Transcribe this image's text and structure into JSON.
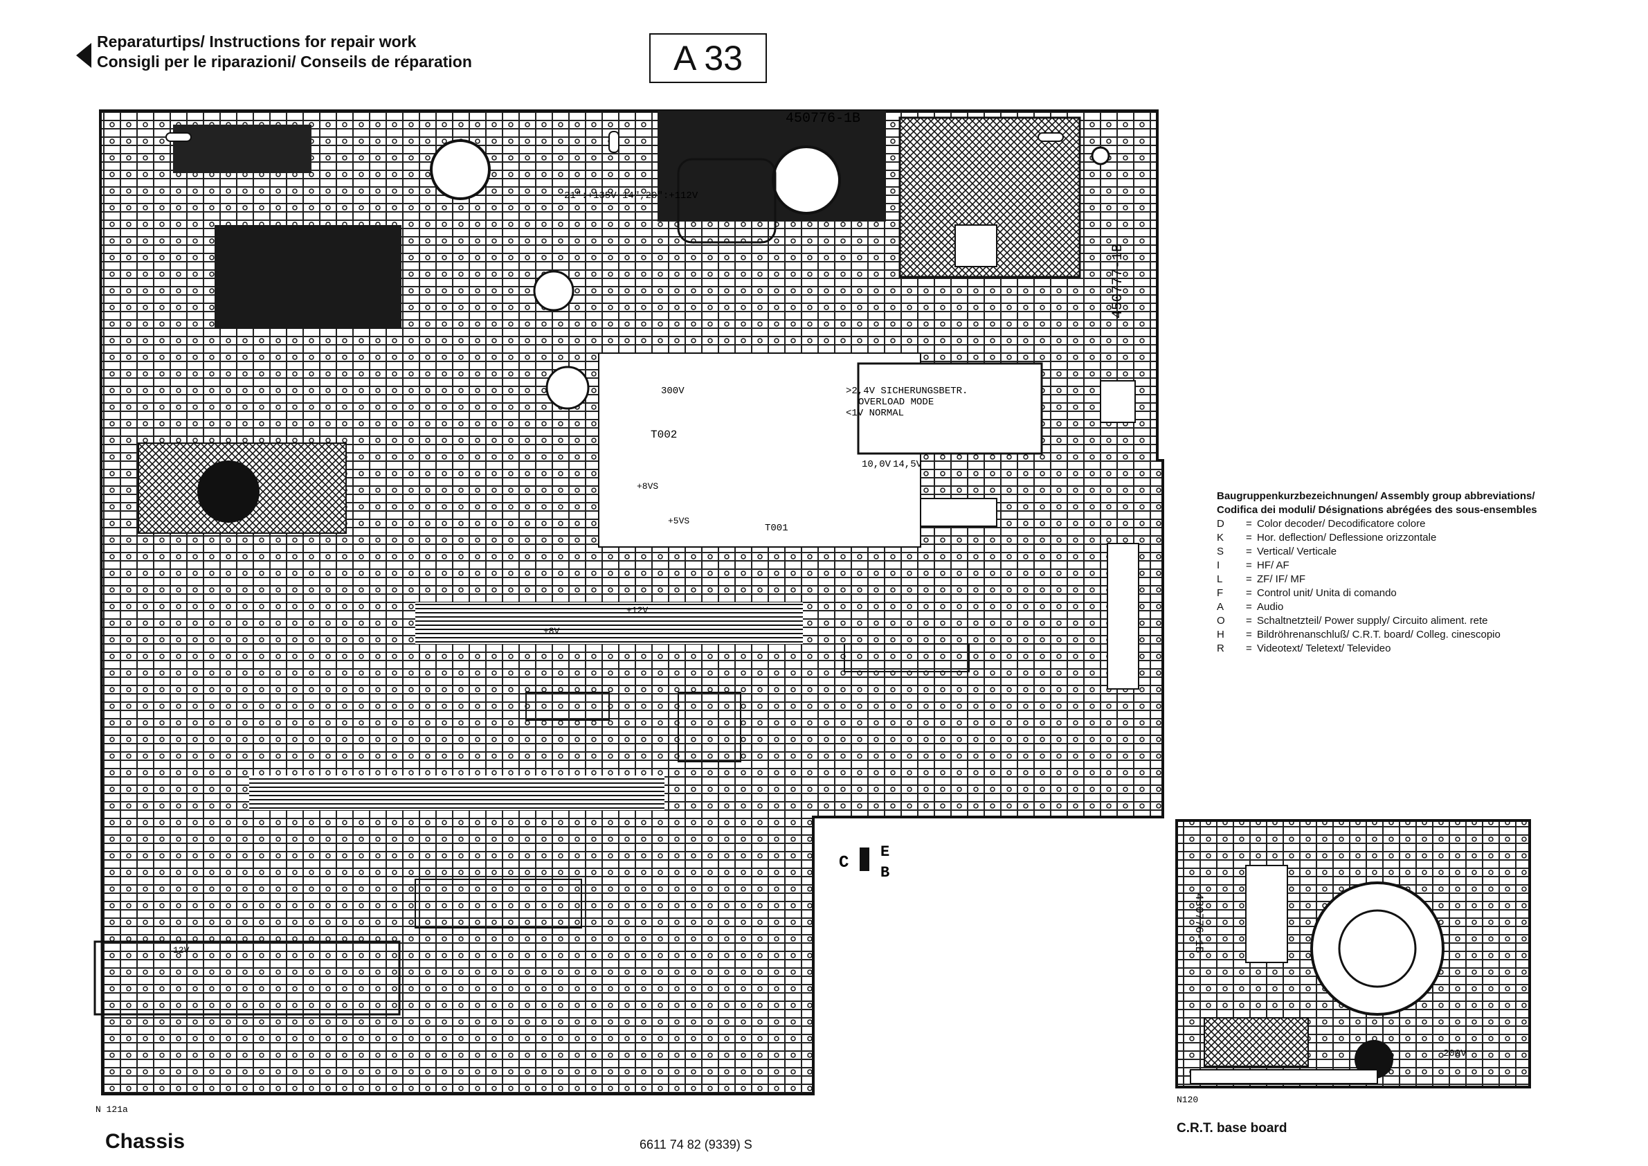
{
  "header": {
    "line1": "Reparaturtips/ Instructions for repair work",
    "line2": "Consigli per le riparazioni/ Conseils de réparation"
  },
  "code_box": "A 33",
  "board_ids": {
    "main_top": "450776-1B",
    "main_side": "450777-1B",
    "crt": "430776-1B"
  },
  "board_labels": {
    "t002": "T002",
    "t001": "T001",
    "v300": "300V",
    "supply": "21\":+135V 14\",20\":+112V",
    "overload1": ">2,4V SICHERUNGSBETR.",
    "overload2": "OVERLOAD MODE",
    "overload3": "<1V NORMAL",
    "v10": "10,0V",
    "v145": "14,5V",
    "plus8vs": "+8VS",
    "plus5vs": "+5VS",
    "plus12v": "+12V",
    "plus8v": "+8V",
    "v12a": "12V",
    "v200": "200V",
    "n121": "N 121a",
    "n120": "N120",
    "cab_c": "C",
    "cab_e": "E",
    "cab_b": "B"
  },
  "legend": {
    "title1": "Baugruppenkurzbezeichnungen/ Assembly group abbreviations/",
    "title2": "Codifica dei moduli/ Désignations abrégées des sous-ensembles",
    "items": [
      {
        "key": "D",
        "text": "Color decoder/ Decodificatore colore"
      },
      {
        "key": "K",
        "text": "Hor. deflection/ Deflessione orizzontale"
      },
      {
        "key": "S",
        "text": "Vertical/ Verticale"
      },
      {
        "key": "I",
        "text": "HF/ AF"
      },
      {
        "key": "L",
        "text": "ZF/ IF/ MF"
      },
      {
        "key": "F",
        "text": "Control unit/ Unita di comando"
      },
      {
        "key": "A",
        "text": "Audio"
      },
      {
        "key": "O",
        "text": "Schaltnetzteil/ Power supply/  Circuito aliment. rete"
      },
      {
        "key": "H",
        "text": "Bildröhrenanschluß/ C.R.T. board/ Colleg. cinescopio"
      },
      {
        "key": "R",
        "text": "Videotext/ Teletext/ Televideo"
      }
    ]
  },
  "footer": {
    "chassis": "Chassis",
    "part_number": "6611 74 82 (9339) S",
    "crt_label": "C.R.T. base board"
  },
  "colors": {
    "ink": "#111111",
    "paper": "#ffffff"
  }
}
